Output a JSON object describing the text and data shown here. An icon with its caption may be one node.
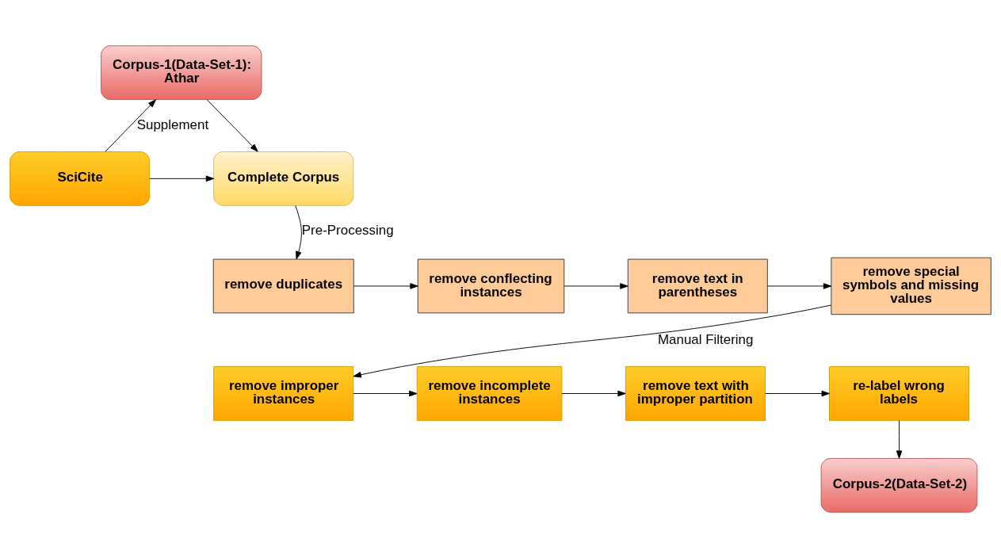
{
  "diagram": {
    "nodes": [
      {
        "text": [
          "Corpus-1(Data-Set-1): Athar"
        ]
      },
      {
        "text": [
          "SciCite"
        ]
      },
      {
        "text": [
          "Complete Corpus"
        ]
      },
      {
        "text": [
          "remove duplicates"
        ]
      },
      {
        "text": [
          "remove conflecting instances"
        ]
      },
      {
        "text": [
          "remove text in parentheses"
        ]
      },
      {
        "text": [
          "remove special symbols and missing values"
        ]
      },
      {
        "text": [
          "remove improper instances"
        ]
      },
      {
        "text": [
          "remove incomplete instances"
        ]
      },
      {
        "text": [
          "remove text with improper partition"
        ]
      },
      {
        "text": [
          "re-label wrong labels"
        ]
      },
      {
        "text": [
          "Corpus-2(Data-Set-2)"
        ]
      }
    ],
    "edges": [
      {
        "from": 1,
        "to": 0,
        "arrow": "to",
        "label": "Supplement"
      },
      {
        "from": 0,
        "to": 2,
        "arrow": "to"
      },
      {
        "from": 1,
        "to": 2,
        "arrow": "to"
      },
      {
        "from": 2,
        "to": 3,
        "arrow": "to",
        "label": "Pre-Processing"
      },
      {
        "from": 3,
        "to": 4,
        "arrow": "to"
      },
      {
        "from": 4,
        "to": 5,
        "arrow": "to"
      },
      {
        "from": 5,
        "to": 6,
        "arrow": "to"
      },
      {
        "from": 6,
        "to": 7,
        "arrow": "to",
        "label": "Manual Filtering"
      },
      {
        "from": 7,
        "to": 8,
        "arrow": "to"
      },
      {
        "from": 8,
        "to": 9,
        "arrow": "to"
      },
      {
        "from": 9,
        "to": 10,
        "arrow": "to"
      },
      {
        "from": 10,
        "to": 11,
        "arrow": "to"
      }
    ]
  }
}
